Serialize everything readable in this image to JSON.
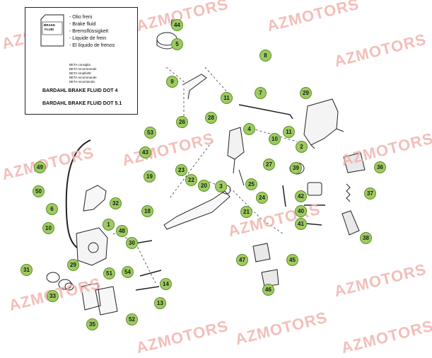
{
  "watermark": "AZMOTORS",
  "fluid_box": {
    "bottle_label": [
      "BRAKE",
      "FLUID"
    ],
    "languages": [
      "- Olio freni",
      "- Brake fluid",
      "- Bremsflüssigkeit",
      "- Liquide de frein",
      "- El líquido de frenos"
    ],
    "recommend": [
      "BETA consiglia",
      "BETA recommends",
      "BETA empfiehlt",
      "BETA recommande",
      "BETA recomienda"
    ],
    "products": [
      "BARDAHL BRAKE FLUID DOT 4",
      "BARDAHL BRAKE FLUID DOT 5.1"
    ]
  },
  "callouts": [
    "44",
    "5",
    "8",
    "9",
    "7",
    "11",
    "29",
    "26",
    "28",
    "4",
    "10",
    "11",
    "2",
    "53",
    "43",
    "27",
    "39",
    "36",
    "49",
    "23",
    "19",
    "22",
    "20",
    "3",
    "25",
    "24",
    "37",
    "50",
    "6",
    "32",
    "42",
    "18",
    "21",
    "40",
    "10",
    "1",
    "41",
    "38",
    "48",
    "30",
    "47",
    "45",
    "31",
    "29",
    "51",
    "54",
    "33",
    "14",
    "46",
    "35",
    "13",
    "52"
  ],
  "colors": {
    "callout_fill": "#9ecb61",
    "callout_stroke": "#5c8f2a",
    "watermark": "#f2b3ad",
    "line": "#222222"
  }
}
